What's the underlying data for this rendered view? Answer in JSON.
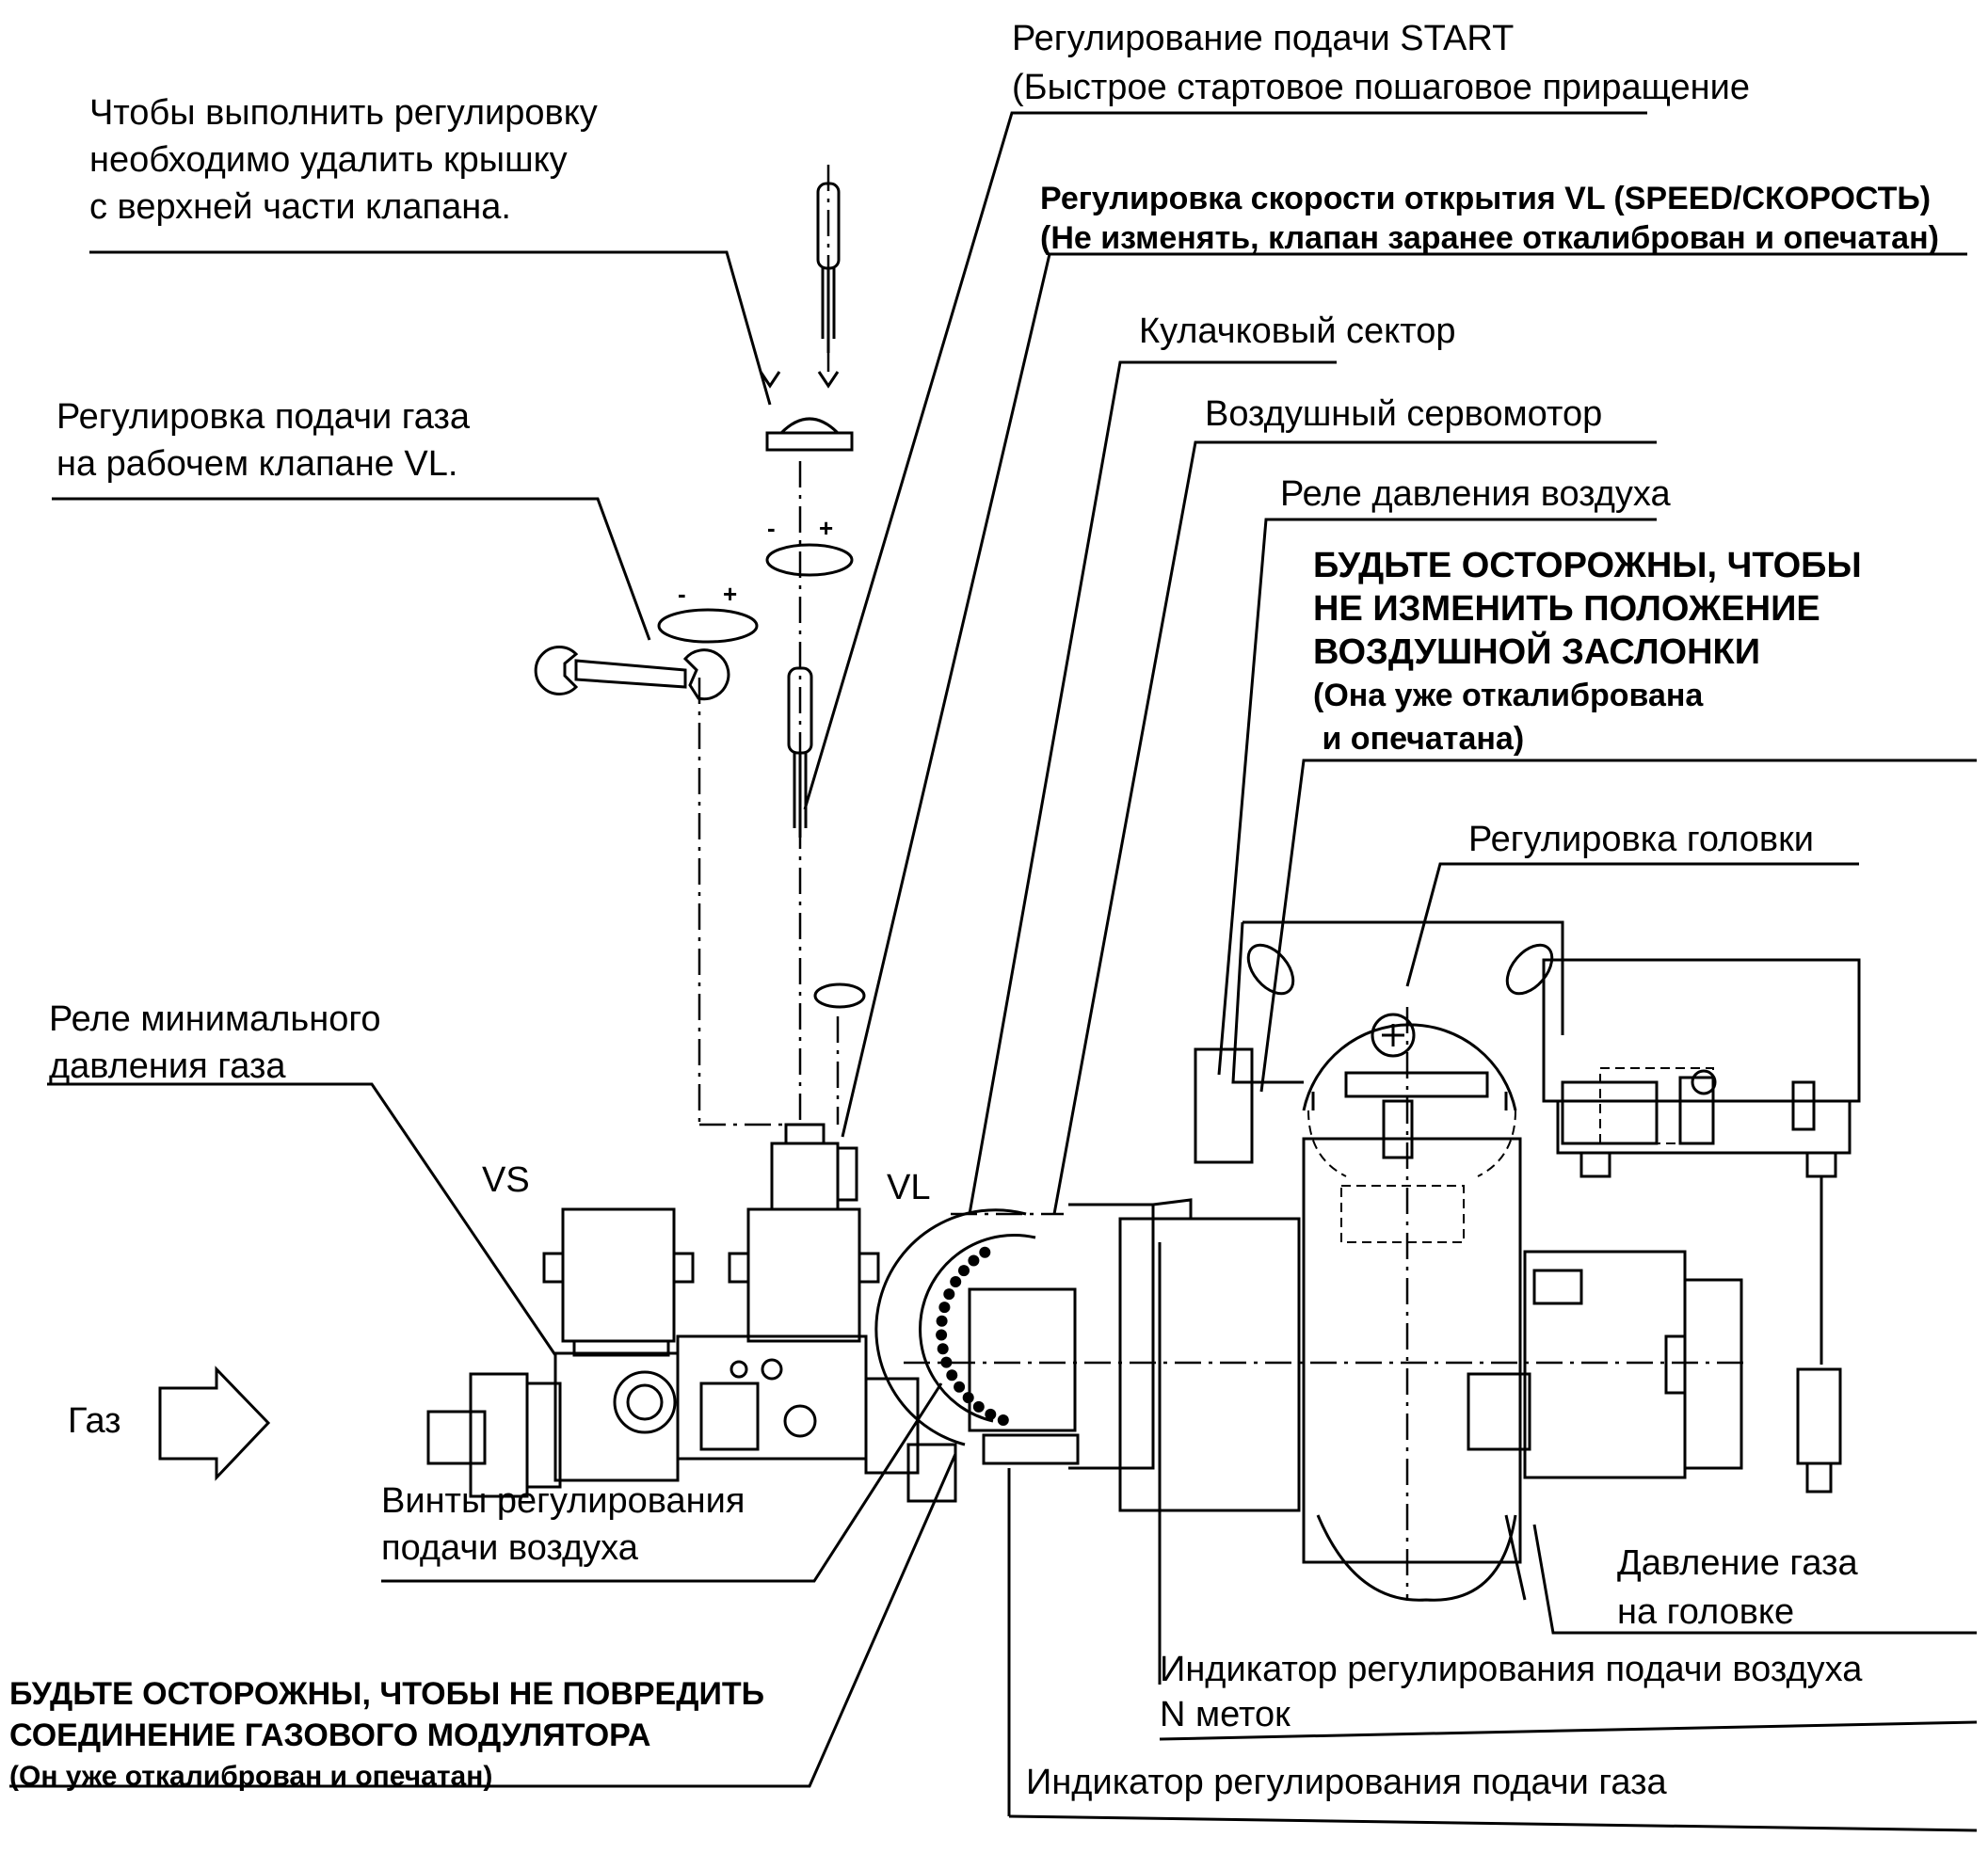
{
  "labels": {
    "top_note": [
      "Чтобы выполнить регулировку",
      "необходимо удалить крышку",
      "с верхней части клапана."
    ],
    "start_adjust": [
      "Регулирование подачи START",
      "(Быстрое стартовое пошаговое приращение"
    ],
    "speed_adjust": [
      "Регулировка скорости открытия VL (SPEED/СКОРОСТЬ)",
      "(Не изменять, клапан заранее откалиброван и опечатан)"
    ],
    "cam_sector": "Кулачковый сектор",
    "air_servomotor": "Воздушный сервомотор",
    "air_pressure_relay": "Реле давления воздуха",
    "damper_warning": [
      "БУДЬТЕ ОСТОРОЖНЫ, ЧТОБЫ",
      "НЕ ИЗМЕНИТЬ ПОЛОЖЕНИЕ",
      "ВОЗДУШНОЙ ЗАСЛОНКИ",
      "(Она уже откалибрована",
      " и опечатана)"
    ],
    "gas_flow_vl": [
      "Регулировка подачи газа",
      "на рабочем клапане VL."
    ],
    "head_adjust": "Регулировка головки",
    "min_gas_relay": [
      "Реле минимального",
      "давления газа"
    ],
    "vs": "VS",
    "vl": "VL",
    "gas_inlet": "Газ",
    "air_screws": [
      "Винты регулирования",
      "подачи воздуха"
    ],
    "head_gas_pressure": [
      "Давление газа",
      "на головке"
    ],
    "air_indicator": [
      "Индикатор регулирования подачи воздуха",
      "N меток"
    ],
    "modulator_warning": [
      "БУДЬТЕ ОСТОРОЖНЫ, ЧТОБЫ НЕ ПОВРЕДИТЬ",
      "СОЕДИНЕНИЕ ГАЗОВОГО МОДУЛЯТОРА",
      "(Он уже откалиброван и опечатан)"
    ],
    "gas_indicator": "Индикатор регулирования подачи газа"
  },
  "symbols": {
    "minus": "-",
    "plus": "+"
  }
}
